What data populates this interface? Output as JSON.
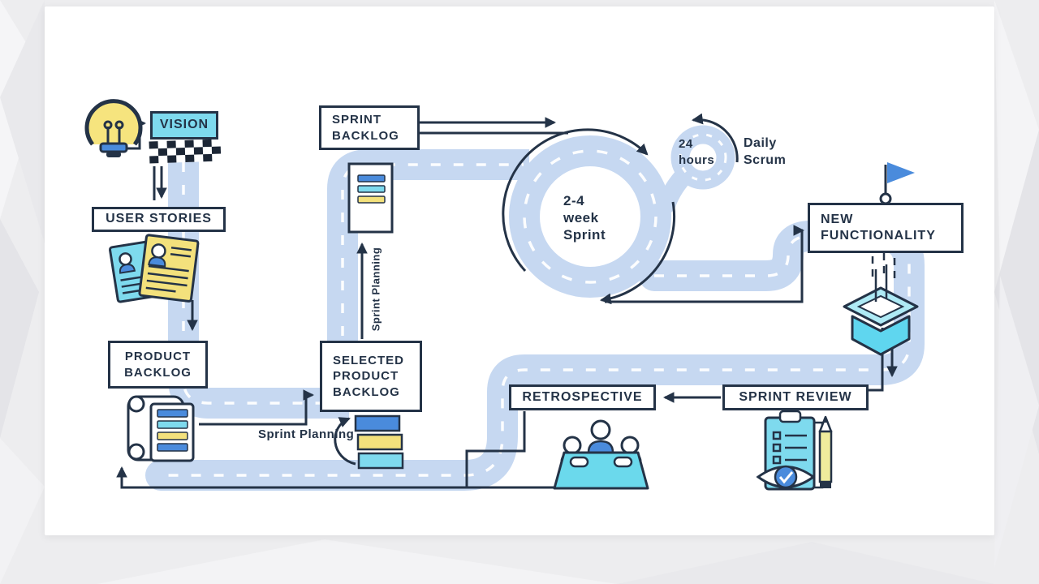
{
  "nodes": {
    "vision": {
      "label": "VISION"
    },
    "user_stories": {
      "label": "USER STORIES"
    },
    "product_backlog": {
      "line1": "PRODUCT",
      "line2": "BACKLOG"
    },
    "selected_product_backlog": {
      "line1": "SELECTED",
      "line2": "PRODUCT",
      "line3": "BACKLOG"
    },
    "sprint_backlog": {
      "line1": "SPRINT",
      "line2": "BACKLOG"
    },
    "new_functionality": {
      "line1": "NEW",
      "line2": "FUNCTIONALITY"
    },
    "retrospective": {
      "label": "RETROSPECTIVE"
    },
    "sprint_review": {
      "label": "SPRINT REVIEW"
    }
  },
  "annotations": {
    "sprint_planning_left": "Sprint Planning",
    "sprint_planning_vertical": "Sprint Planning",
    "sprint_cycle": {
      "line1": "2-4",
      "line2": "week",
      "line3": "Sprint"
    },
    "daily_loop": {
      "line1": "24",
      "line2": "hours"
    },
    "daily_scrum": {
      "line1": "Daily",
      "line2": "Scrum"
    }
  },
  "icons": {
    "idea": "lightbulb-icon",
    "start": "checkered-flag-icon",
    "user_stories": "story-cards-icon",
    "product_backlog": "scroll-list-icon",
    "selected_backlog": "stacked-bars-icon",
    "sprint_backlog": "task-card-icon",
    "goal": "blue-flag-icon",
    "release": "open-box-icon",
    "sprint_review": "clipboard-eye-pencil-icon",
    "retrospective": "team-table-icon"
  },
  "colors": {
    "road": "#c6d8f1",
    "navy": "#243347",
    "cyan": "#7edaee",
    "blue": "#4a8bdc",
    "yellow": "#f3e17c",
    "card_background": "#ffffff",
    "page_background": "#ededef"
  }
}
